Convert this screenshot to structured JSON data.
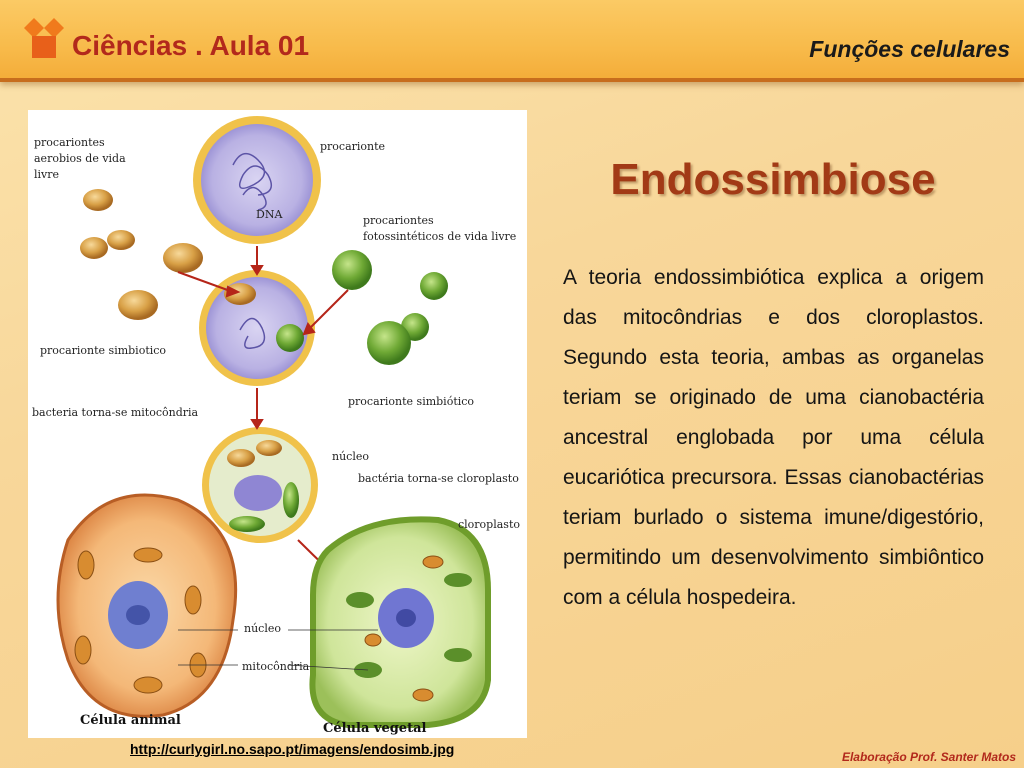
{
  "header": {
    "course_title": "Ciências . Aula 01",
    "section_title": "Funções celulares",
    "logo_icon": "orange-house-logo-icon"
  },
  "figure": {
    "labels": {
      "procariontes_aerobios": [
        "procariontes",
        "aerobios de vida",
        "livre"
      ],
      "procariote": "procarionte",
      "dna": "DNA",
      "fotossinteticos": [
        "procariontes",
        "fotossintéticos de vida livre"
      ],
      "procarionte_simbiotico_left": "procarionte simbiotico",
      "procarionte_simbiotico_right": "procarionte simbiótico",
      "bacteria_mitocondria": "bacteria torna-se mitocôndria",
      "nucleo_top": "núcleo",
      "bacteria_cloroplasto": "bactéria torna-se cloroplasto",
      "cloroplasto": "cloroplasto",
      "nucleo_bottom": "núcleo",
      "mitocondria": "mitocôndria",
      "celula_animal": "Célula animal",
      "celula_vegetal": "Célula vegetal"
    },
    "source_url": "http://curlygirl.no.sapo.pt/imagens/endosimb.jpg"
  },
  "content": {
    "title": "Endossimbiose",
    "paragraph": "A teoria endossimbiótica explica a origem das mitocôndrias e dos cloroplastos. Segundo esta teoria, ambas as organelas teriam se originado de uma cianobactéria ancestral englobada por uma célula eucariótica precursora. Essas cianobactérias teriam burlado o sistema imune/digestório, permitindo um desenvolvimento simbiôntico com a célula hospedeira."
  },
  "footer": {
    "credit": "Elaboração Prof. Santer Matos"
  },
  "colors": {
    "accent_red": "#b2291c",
    "title_brown": "#a23a16",
    "header_orange": "#f8bb4b"
  }
}
